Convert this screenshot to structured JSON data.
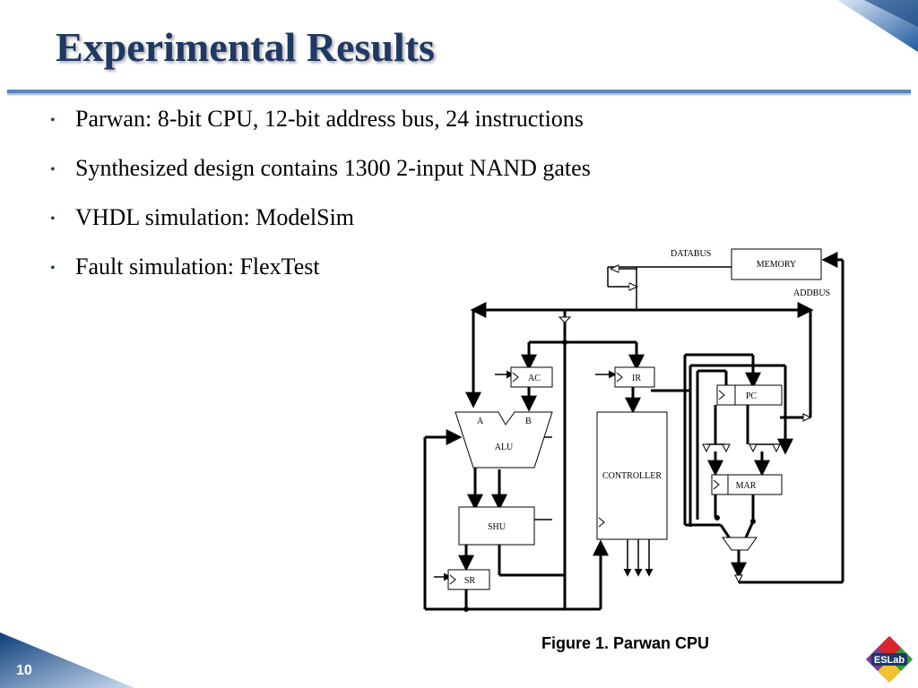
{
  "slide": {
    "title": "Experimental Results",
    "bullets": [
      "Parwan: 8-bit CPU, 12-bit address bus, 24 instructions",
      "Synthesized design contains 1300 2-input NAND gates",
      "VHDL simulation: ModelSim",
      "Fault simulation: FlexTest"
    ],
    "bullet_glyph": "•",
    "page_number": "10"
  },
  "diagram": {
    "labels": {
      "databus": "DATABUS",
      "memory": "MEMORY",
      "addbus": "ADDBUS",
      "ac": "AC",
      "ir": "IR",
      "pc": "PC",
      "alu_a": "A",
      "alu_b": "B",
      "alu": "ALU",
      "controller": "CONTROLLER",
      "mar": "MAR",
      "shu": "SHU",
      "sr": "SR"
    },
    "caption": "Figure 1. Parwan CPU"
  },
  "logo": {
    "text": "ESLab"
  },
  "colors": {
    "title": "#1f3864",
    "rule": "#5b86b8",
    "accent_blue": "#1f5aa0"
  }
}
